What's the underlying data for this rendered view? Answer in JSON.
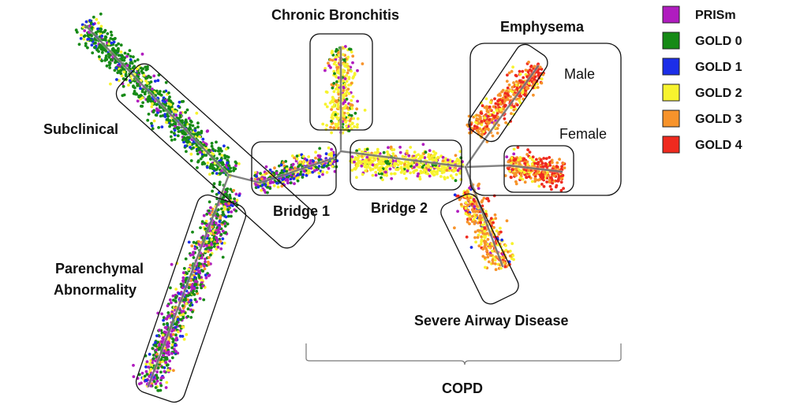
{
  "colors": {
    "prism": "#b01cbf",
    "gold0": "#168a16",
    "gold1": "#1c2ee8",
    "gold2": "#f7f32e",
    "gold3": "#f7932b",
    "gold4": "#ef2a1f",
    "trajectory": "#6b6b6b",
    "box": "#111111"
  },
  "legend": [
    {
      "key": "prism",
      "label": "PRISm"
    },
    {
      "key": "gold0",
      "label": "GOLD 0"
    },
    {
      "key": "gold1",
      "label": "GOLD 1"
    },
    {
      "key": "gold2",
      "label": "GOLD 2"
    },
    {
      "key": "gold3",
      "label": "GOLD 3"
    },
    {
      "key": "gold4",
      "label": "GOLD 4"
    }
  ],
  "labels": {
    "chronic_bronchitis": "Chronic Bronchitis",
    "emphysema": "Emphysema",
    "male": "Male",
    "female": "Female",
    "subclinical": "Subclinical",
    "bridge1": "Bridge 1",
    "bridge2": "Bridge 2",
    "parenchymal_line1": "Parenchymal",
    "parenchymal_line2": "Abnormality",
    "severe_airway": "Severe Airway Disease",
    "copd": "COPD"
  }
}
